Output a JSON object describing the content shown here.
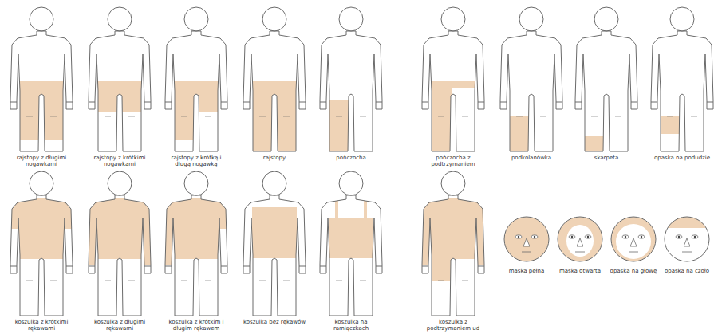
{
  "diagram": {
    "labels": [
      "rajstopy z długimi nogawkami",
      "rajstopy z krótkimi nogawkami",
      "rajstopy z krótką i długą nogawką",
      "rajstopy",
      "pończocha",
      "pończocha z podtrzymaniem",
      "podkolanówka",
      "skarpeta",
      "opaska na podudzie",
      "koszulka z krótkimi rękawami",
      "koszulka z długimi rękawami",
      "koszulka z krótkim i długim rękawem",
      "koszulka bez rękawów",
      "koszulka na ramiączkach",
      "koszulka z podtrzymaniem ud",
      "maska pełna",
      "maska otwarta",
      "opaska na głowę",
      "opaska na czoło"
    ]
  }
}
